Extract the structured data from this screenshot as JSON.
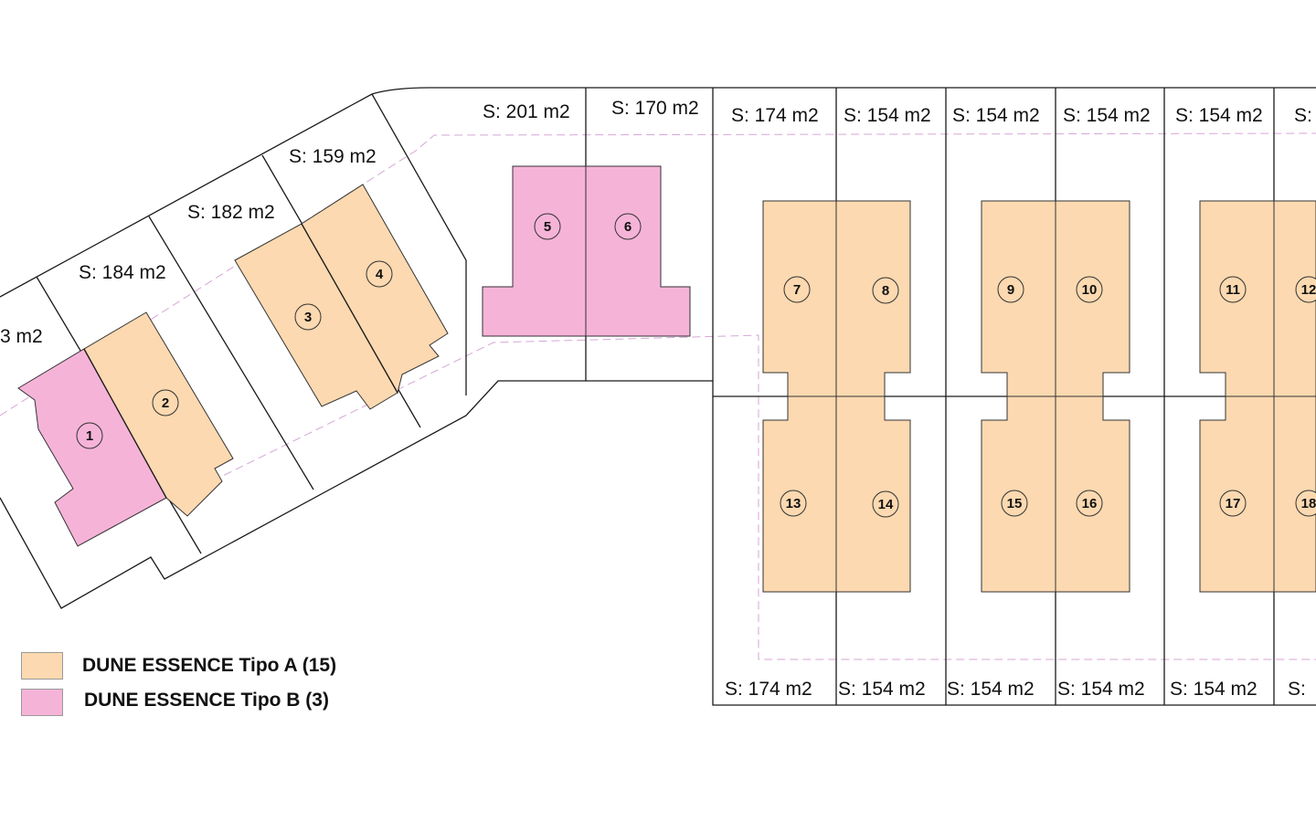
{
  "lot_areas": {
    "lot1": "3 m2",
    "lot2": "S: 184 m2",
    "lot3": "S: 182 m2",
    "lot4": "S: 159 m2",
    "lot5": "S: 201 m2",
    "lot6": "S: 170 m2",
    "lot7": "S: 174 m2",
    "lot8": "S: 154 m2",
    "lot9": "S: 154 m2",
    "lot10": "S: 154 m2",
    "lot11": "S: 154 m2",
    "lot12": "S:",
    "lot13": "S: 174 m2",
    "lot14": "S: 154 m2",
    "lot15": "S: 154 m2",
    "lot16": "S: 154 m2",
    "lot17": "S: 154 m2",
    "lot18": "S:"
  },
  "houses": {
    "h1": "1",
    "h2": "2",
    "h3": "3",
    "h4": "4",
    "h5": "5",
    "h6": "6",
    "h7": "7",
    "h8": "8",
    "h9": "9",
    "h10": "10",
    "h11": "11",
    "h12": "12",
    "h13": "13",
    "h14": "14",
    "h15": "15",
    "h16": "16",
    "h17": "17",
    "h18": "18"
  },
  "legend": {
    "tipo_a": {
      "label": "DUNE ESSENCE Tipo A (15)",
      "color": "#fcd9b0"
    },
    "tipo_b": {
      "label": "DUNE ESSENCE Tipo B (3)",
      "color": "#f6b3d8"
    }
  }
}
